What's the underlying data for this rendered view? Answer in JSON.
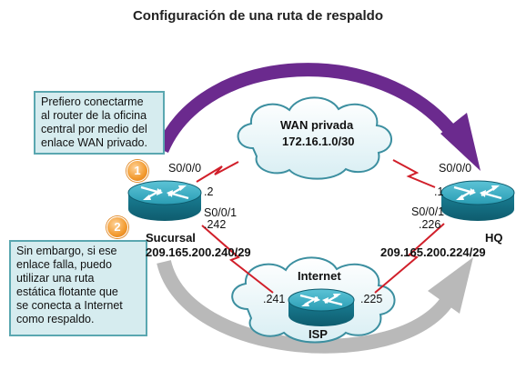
{
  "title": "Configuración de una ruta de respaldo",
  "callout1": {
    "text": "Prefiero conectarme\nal router de la oficina\ncentral por medio del\nenlace WAN privado.",
    "badge": "1"
  },
  "callout2": {
    "text": "Sin embargo, si ese\nenlace falla, puedo\nutilizar una ruta\nestática flotante que\nse conecta a Internet\ncomo respaldo.",
    "badge": "2"
  },
  "wan_cloud": {
    "name": "WAN privada",
    "network": "172.16.1.0/30"
  },
  "internet_cloud": {
    "name": "Internet"
  },
  "sucursal": {
    "name": "Sucursal",
    "network": "209.165.200.240/29",
    "if_wan": "S0/0/0",
    "if_wan_ip": ".2",
    "if_isp": "S0/0/1",
    "if_isp_ip": ".242"
  },
  "hq": {
    "name": "HQ",
    "network": "209.165.200.224/29",
    "if_wan": "S0/0/0",
    "if_wan_ip": ".1",
    "if_isp": "S0/0/1",
    "if_isp_ip": ".226"
  },
  "isp": {
    "name": "ISP",
    "ip_left": ".241",
    "ip_right": ".225"
  },
  "colors": {
    "primary_arrow": "#6b2a8e",
    "backup_arrow": "#b8b8b8",
    "serial_link": "#d11f2a",
    "router_body": "#1f8fa6",
    "callout_fill": "#d6ecef",
    "callout_border": "#5aa7b0",
    "badge": "#f29a2e"
  }
}
